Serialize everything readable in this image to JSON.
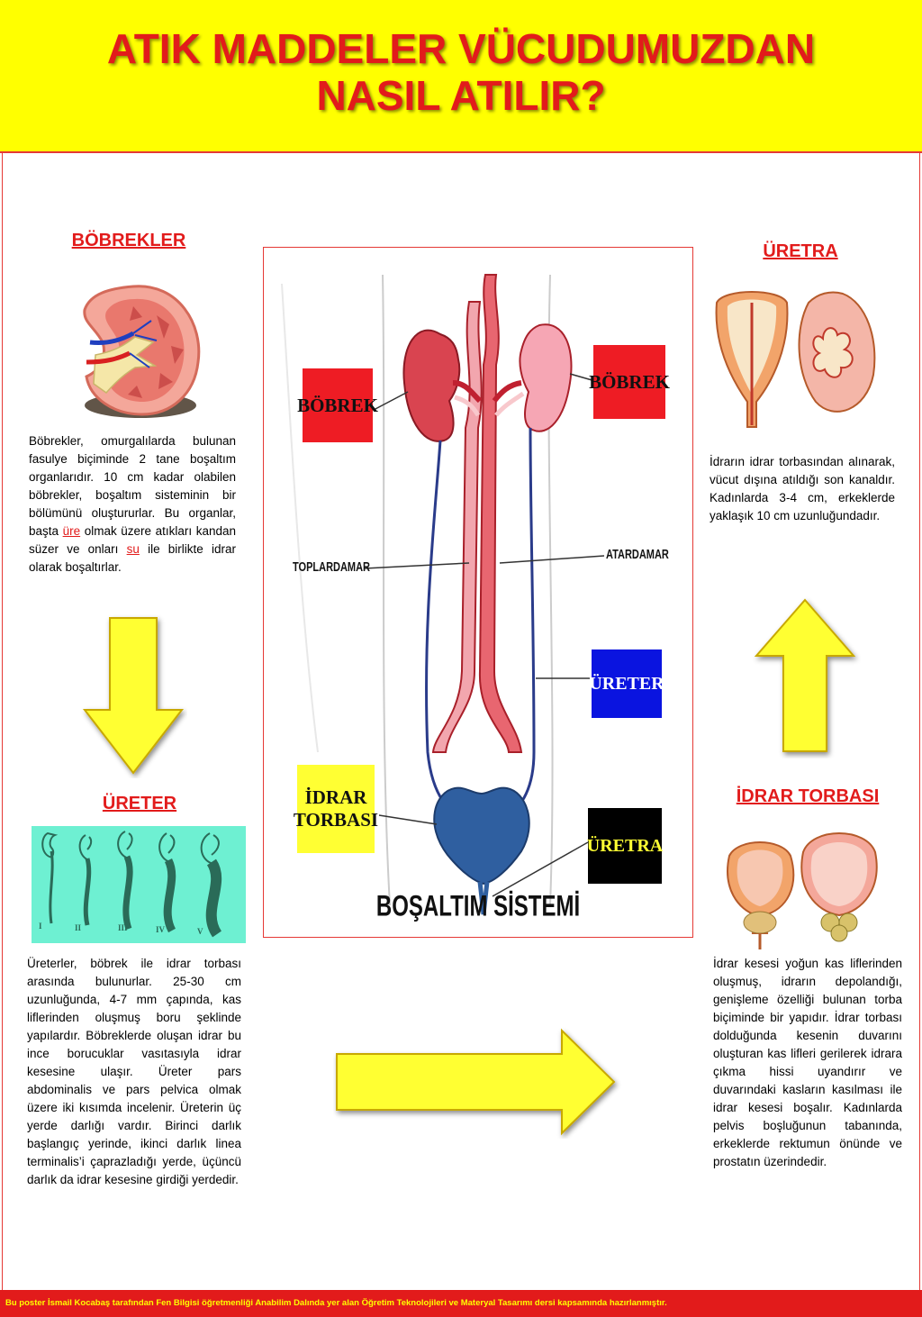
{
  "header": {
    "title_line1": "ATIK MADDELER VÜCUDUMUZDAN",
    "title_line2": "NASIL ATILIR?"
  },
  "sections": {
    "bobrekler": {
      "title": "BÖBREKLER",
      "text_1": "Böbrekler, omurgalılarda bulunan fasulye biçiminde 2 tane boşaltım organlarıdır. 10 cm kadar olabilen böbrekler, boşaltım sisteminin bir bölümünü oluştururlar. Bu organlar, başta ",
      "highlight_1": "üre",
      "text_2": " olmak üzere atıkları kandan süzer ve onları ",
      "highlight_2": "su",
      "text_3": " ile birlikte idrar olarak boşaltırlar."
    },
    "ureter": {
      "title": "ÜRETER",
      "text": "Üreterler, böbrek ile idrar torbası arasında bulunurlar. 25-30 cm uzunluğunda, 4-7 mm çapında, kas liflerinden oluşmuş boru şeklinde yapılardır. Böbreklerde oluşan idrar bu ince borucuklar vasıtasıyla idrar kesesine ulaşır. Üreter pars abdominalis ve pars pelvica olmak üzere iki kısımda incelenir. Üreterin üç yerde darlığı vardır. Birinci darlık başlangıç yerinde, ikinci darlık linea terminalis’i çaprazladığı yerde, üçüncü darlık da idrar kesesine girdiği yerdedir.",
      "stage_labels": [
        "I",
        "II",
        "III",
        "IV",
        "V"
      ]
    },
    "uretra": {
      "title": "ÜRETRA",
      "text": "İdrarın idrar torbasından alınarak, vücut dışına atıldığı son kanaldır. Kadınlarda 3-4 cm, erkeklerde yaklaşık 10 cm uzunluğundadır."
    },
    "idrar_torbasi": {
      "title": "İDRAR TORBASI",
      "text": "İdrar kesesi yoğun kas liflerinden oluşmuş, idrarın depolandığı, genişleme özelliği bulunan torba biçiminde bir yapıdır. İdrar torbası dolduğunda kesenin duvarını oluşturan kas lifleri gerilerek idrara çıkma hissi uyandırır ve duvarındaki kasların kasılması ile idrar kesesi boşalır. Kadınlarda pelvis boşluğunun tabanında, erkeklerde rektumun önünde ve prostatın üzerindedir."
    }
  },
  "diagram": {
    "title": "BOŞALTIM SİSTEMİ",
    "labels": {
      "bobrek_left": "BÖBREK",
      "bobrek_right": "BÖBREK",
      "toplardamar": "TOPLARDAMAR",
      "atardamar": "ATARDAMAR",
      "ureter": "ÜRETER",
      "idrar_torbasi_line1": "İDRAR",
      "idrar_torbasi_line2": "TORBASI",
      "uretra": "ÜRETRA"
    }
  },
  "colors": {
    "header_bg": "#ffff00",
    "title_red": "#e21b1b",
    "arrow_yellow": "#ffff33",
    "box_red": "#ee1c24",
    "box_blue": "#0a14e0",
    "box_yellow": "#ffff33",
    "box_black": "#000000",
    "ureter_panel": "#6ef0d2"
  },
  "footer": {
    "text": "Bu poster  İsmail Kocabaş tarafından Fen Bilgisi öğretmenliği Anabilim Dalında yer alan Öğretim Teknolojileri ve Materyal Tasarımı dersi kapsamında hazırlanmıştır."
  }
}
